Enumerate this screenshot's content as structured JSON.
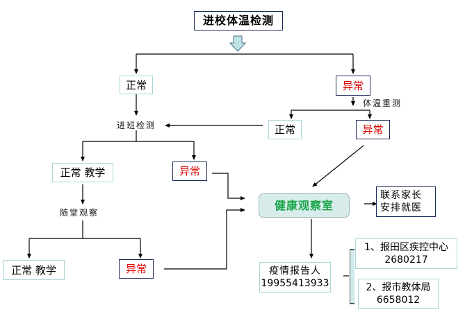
{
  "title": "进校体温检测",
  "normal_1": "正常",
  "abnormal_1": "异常",
  "recheck_label": "体温重测",
  "recheck_normal": "正常",
  "recheck_abnormal": "异常",
  "class_check_label": "进班检测",
  "normal_teaching_1": "正常 教学",
  "abnormal_2": "异常",
  "observe_label": "随堂观察",
  "normal_teaching_2": "正常 教学",
  "abnormal_3": "异常",
  "health_room": "健康观察室",
  "contact": {
    "line1": "联系家长",
    "line2": "安排就医"
  },
  "reporter": {
    "line1": "疫情报告人",
    "phone": "19955413933"
  },
  "report_1": {
    "line1": "1、报田区疾控中心",
    "phone": "2680217"
  },
  "report_2": {
    "line1": "2、报市教体局",
    "phone": "6658012"
  },
  "colors": {
    "abnormal_text": "#e00000",
    "health_text": "#1aa64a",
    "health_fill": "#d8ecec",
    "navy_border": "#1f2d5c",
    "teal_border": "#a9d6d8",
    "big_arrow_fill": "#bfe3e6"
  }
}
